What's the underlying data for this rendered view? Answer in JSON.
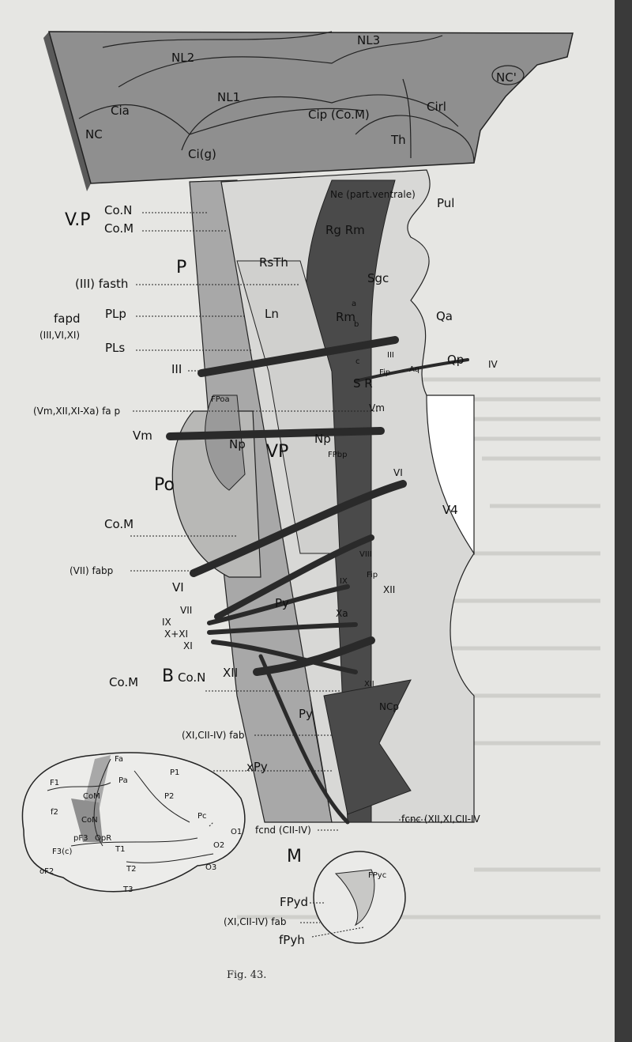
{
  "figure": {
    "caption": "Fig. 43."
  },
  "top_labels": [
    "NL3",
    "NL2",
    "NL1",
    "NC'",
    "Cia",
    "NC",
    "Cip (Co.M)",
    "Cirl",
    "Th",
    "Ci(g)"
  ],
  "center_labels": [
    "Ne (part.ventrale)",
    "Pul",
    "Rg Rm",
    "RsTh",
    "Sgc",
    "Rm",
    "Ln",
    "Qa",
    "Qp",
    "IV",
    "S R",
    "Aq",
    "Fip",
    "a",
    "b",
    "c",
    "III",
    "Vm",
    "Np",
    "Np",
    "VP",
    "FPoa",
    "FPbp",
    "VI",
    "V4",
    "VIII",
    "Fip",
    "XII",
    "IX",
    "Xa",
    "Py",
    "Py",
    "XII",
    "NCp",
    "FPyc"
  ],
  "left_labels": [
    "V.P",
    "Co.N",
    "Co.M",
    "P",
    "(III) fasth",
    "fapd",
    "(III,VI,XI)",
    "PLp",
    "PLs",
    "III",
    "(Vm,XII,XI-Xa) fa p",
    "Vm",
    "Po",
    "Co.M",
    "(VII) fabp",
    "VI",
    "VII",
    "IX",
    "X+XI",
    "XI",
    "XII",
    "B",
    "Co.M",
    "Co.N",
    "(XI,CII-IV) fab",
    "xPy",
    "fcnd (CII-IV)",
    "M",
    "FPyd",
    "(XI,CII-IV) fab",
    "fPyh",
    "fcnc (XII,XI,CII-IV"
  ],
  "brain_labels": [
    "F1",
    "Fa",
    "Pa",
    "P1",
    "P2",
    "CoM",
    "f2",
    "CoN",
    "pF3",
    "OpR",
    "Pc",
    "O1",
    "O2",
    "O3",
    "F3(c)",
    "T1",
    "T2",
    "T3",
    "oF2"
  ],
  "colors": {
    "paper": "#e6e6e3",
    "slab": "#8f8f8f",
    "dark": "#4a4a4a",
    "mid": "#a8a8a8",
    "light": "#d2d2d0",
    "nerve": "#2a2a2a"
  }
}
